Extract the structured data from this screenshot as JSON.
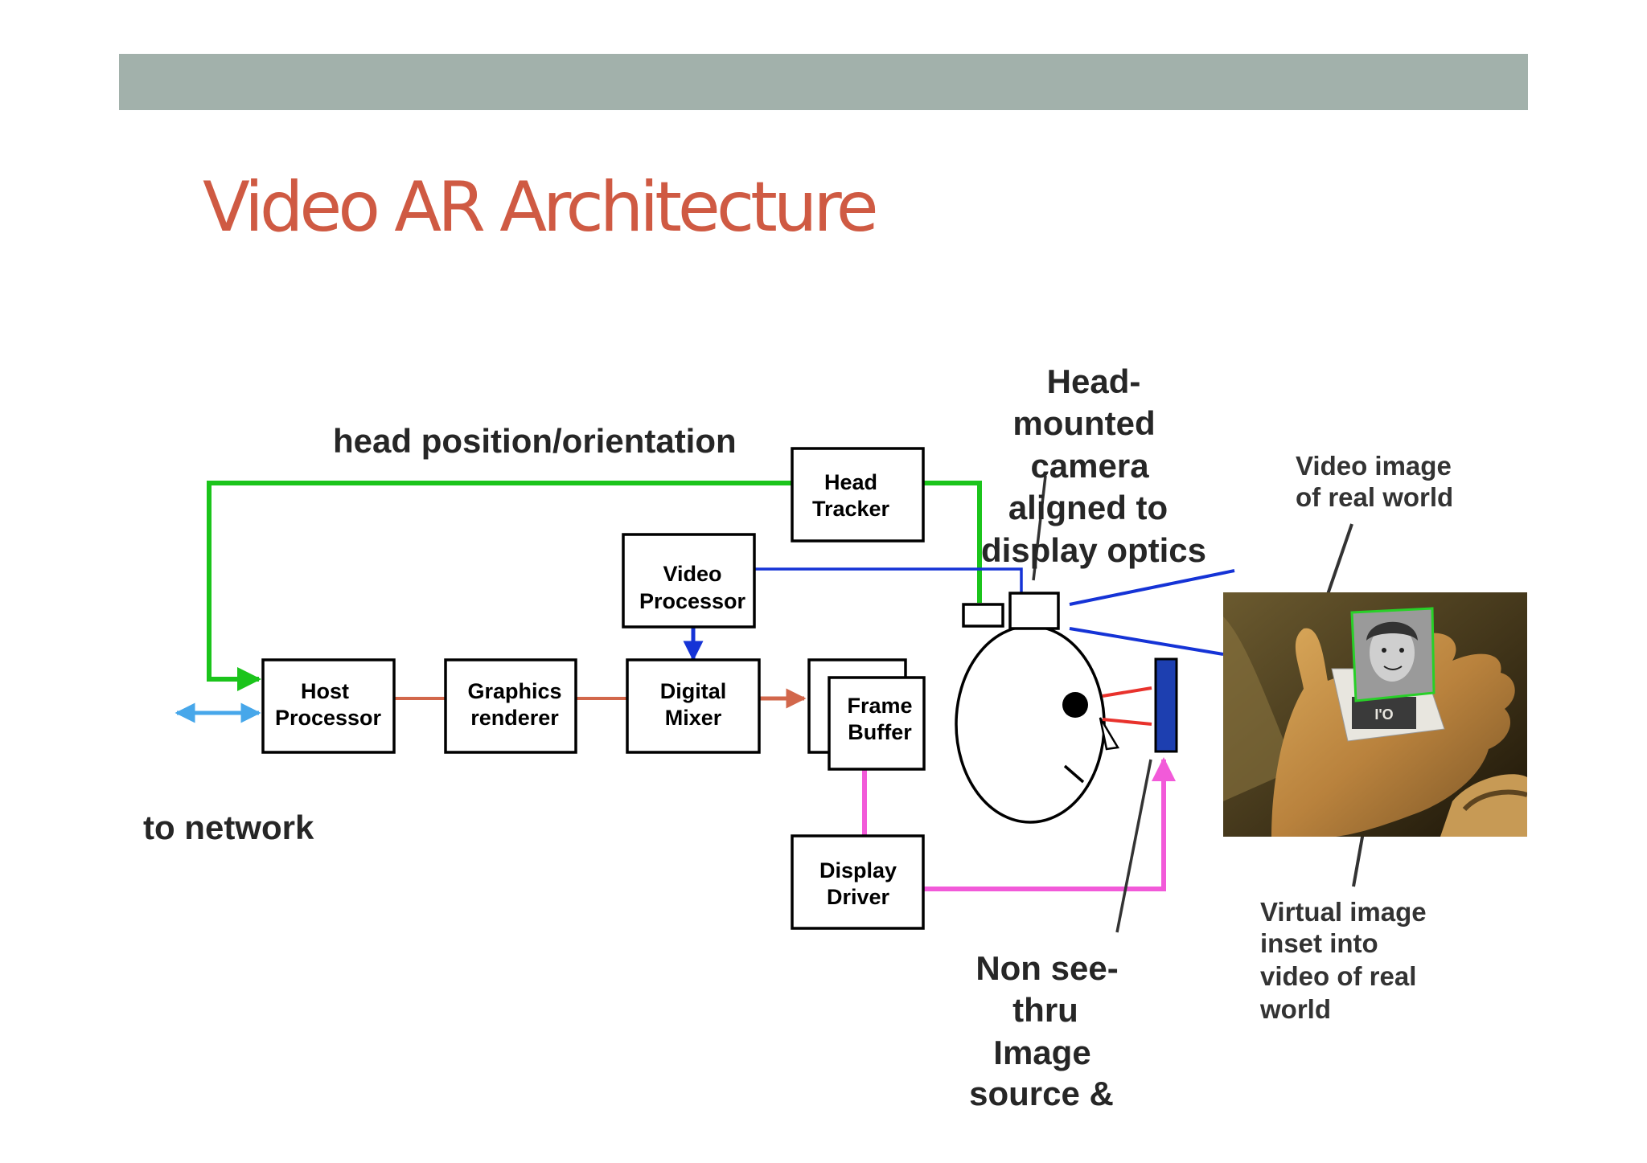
{
  "slide": {
    "title": "Video AR Architecture"
  },
  "blocks": {
    "head_tracker": [
      "Head",
      "Tracker"
    ],
    "video_processor": [
      "Video",
      "Processor"
    ],
    "host_processor": [
      "Host",
      "Processor"
    ],
    "graphics_renderer": [
      "Graphics",
      "renderer"
    ],
    "digital_mixer": [
      "Digital",
      "Mixer"
    ],
    "frame_buffer": [
      "Frame",
      "Buffer"
    ],
    "display_driver": [
      "Display",
      "Driver"
    ]
  },
  "labels": {
    "head_position": "head position/orientation",
    "to_network": "to network",
    "camera": [
      "Head-",
      "mounted",
      "camera",
      "aligned to",
      "display optics"
    ],
    "video_image": [
      "Video image",
      "of real world"
    ],
    "virtual_image": [
      "Virtual image",
      "inset into",
      "video of real",
      "world"
    ],
    "image_source": [
      "Non see-",
      "thru",
      "Image",
      "source &"
    ]
  },
  "colors": {
    "title": "#cf5a43",
    "header_bar": "#a2b1ab",
    "tracking_line": "#1bc41b",
    "video_line": "#1533d6",
    "data_line": "#d2674b",
    "display_line": "#f25ad9",
    "network_arrow": "#47a7ea",
    "display_panel": "#1d3fb0"
  },
  "icons": {
    "photo": "hand-with-virtual-image-photo",
    "head": "head-outline-icon",
    "camera": "camera-icon",
    "tracker_sensor": "tracker-sensor-icon",
    "eye": "eye-icon",
    "display_panel": "display-panel-icon"
  }
}
